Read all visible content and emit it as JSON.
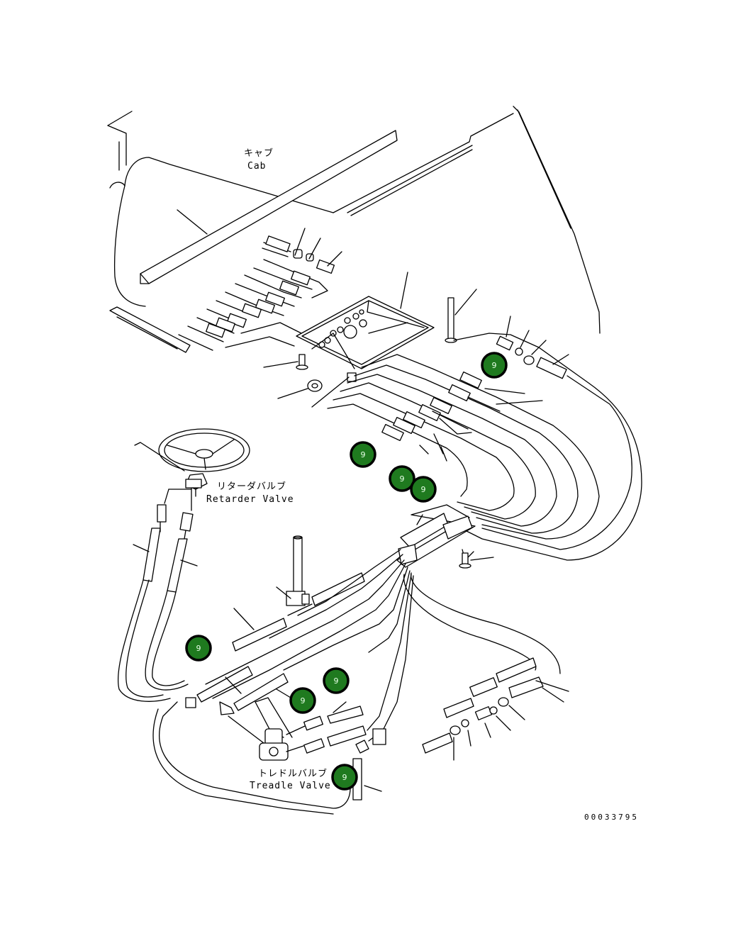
{
  "labels": {
    "cab_ja": "キャブ",
    "cab_en": "Cab",
    "retarder_ja": "リターダバルブ",
    "retarder_en": "Retarder Valve",
    "treadle_ja": "トレドルバルブ",
    "treadle_en": "Treadle Valve"
  },
  "callout_text": "9",
  "callout_color": "#1f7a1f",
  "document_number": "00033795"
}
